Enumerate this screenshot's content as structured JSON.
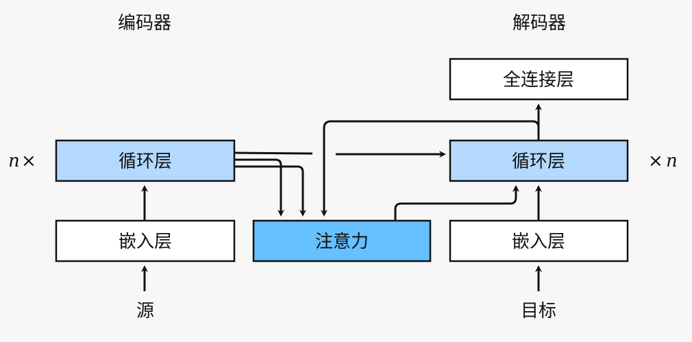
{
  "encoder": {
    "title": "编码器",
    "rnn_label": "循环层",
    "embed_label": "嵌入层",
    "input_label": "源",
    "repeat_n": "n",
    "repeat_times": "×"
  },
  "attention": {
    "label": "注意力"
  },
  "decoder": {
    "title": "解码器",
    "dense_label": "全连接层",
    "rnn_label": "循环层",
    "embed_label": "嵌入层",
    "input_label": "目标",
    "repeat_n": "n",
    "repeat_times": "×"
  },
  "colors": {
    "rnn_fill": "#b3d9ff",
    "attention_fill": "#66bfff",
    "plain_fill": "#ffffff",
    "stroke": "#111111",
    "background": "#f7f7f7"
  }
}
